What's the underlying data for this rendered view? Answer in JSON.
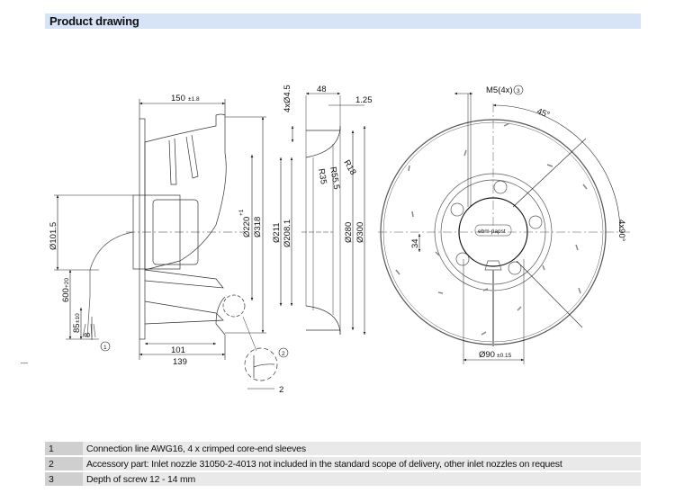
{
  "header": {
    "title": "Product drawing"
  },
  "drawing": {
    "side_view": {
      "dimensions": {
        "overall_length": "150",
        "overall_length_tol": "±1.8",
        "inlet_diameter": "Ø220",
        "inlet_diameter_tol": "+1",
        "outer_diameter": "Ø318",
        "motor_diameter": "Ø101.5",
        "cable_length": "600",
        "cable_length_tol": "+20",
        "strip_length": "85",
        "strip_length_tol": "±10",
        "sleeve_length": "8",
        "depth_101": "101",
        "depth_139": "139",
        "detail_gap": "2"
      },
      "callouts": {
        "cable": "1",
        "nozzle": "2"
      }
    },
    "nozzle_view": {
      "dimensions": {
        "width_48": "48",
        "flange_1_25": "1.25",
        "holes": "4xØ4.5",
        "r18": "R18",
        "r55_5": "R55.5",
        "r35": "R35",
        "d211": "Ø211",
        "d208_1": "Ø208.1",
        "d280": "Ø280",
        "d300": "Ø300"
      }
    },
    "front_view": {
      "dimensions": {
        "screw": "M5(4x)",
        "angle_45": "45°",
        "angle_4x90": "4x90°",
        "offset_34": "34",
        "bolt_circle": "Ø90",
        "bolt_circle_tol": "±0.15"
      },
      "callouts": {
        "screw": "3"
      },
      "logo_text": "ebm-papst"
    }
  },
  "notes": [
    {
      "number": "1",
      "text": "Connection line AWG16, 4 x crimped core-end sleeves"
    },
    {
      "number": "2",
      "text": "Accessory part: Inlet nozzle 31050-2-4013 not included in the standard scope of delivery, other inlet nozzles on request"
    },
    {
      "number": "3",
      "text": "Depth of screw 12 - 14 mm"
    }
  ]
}
